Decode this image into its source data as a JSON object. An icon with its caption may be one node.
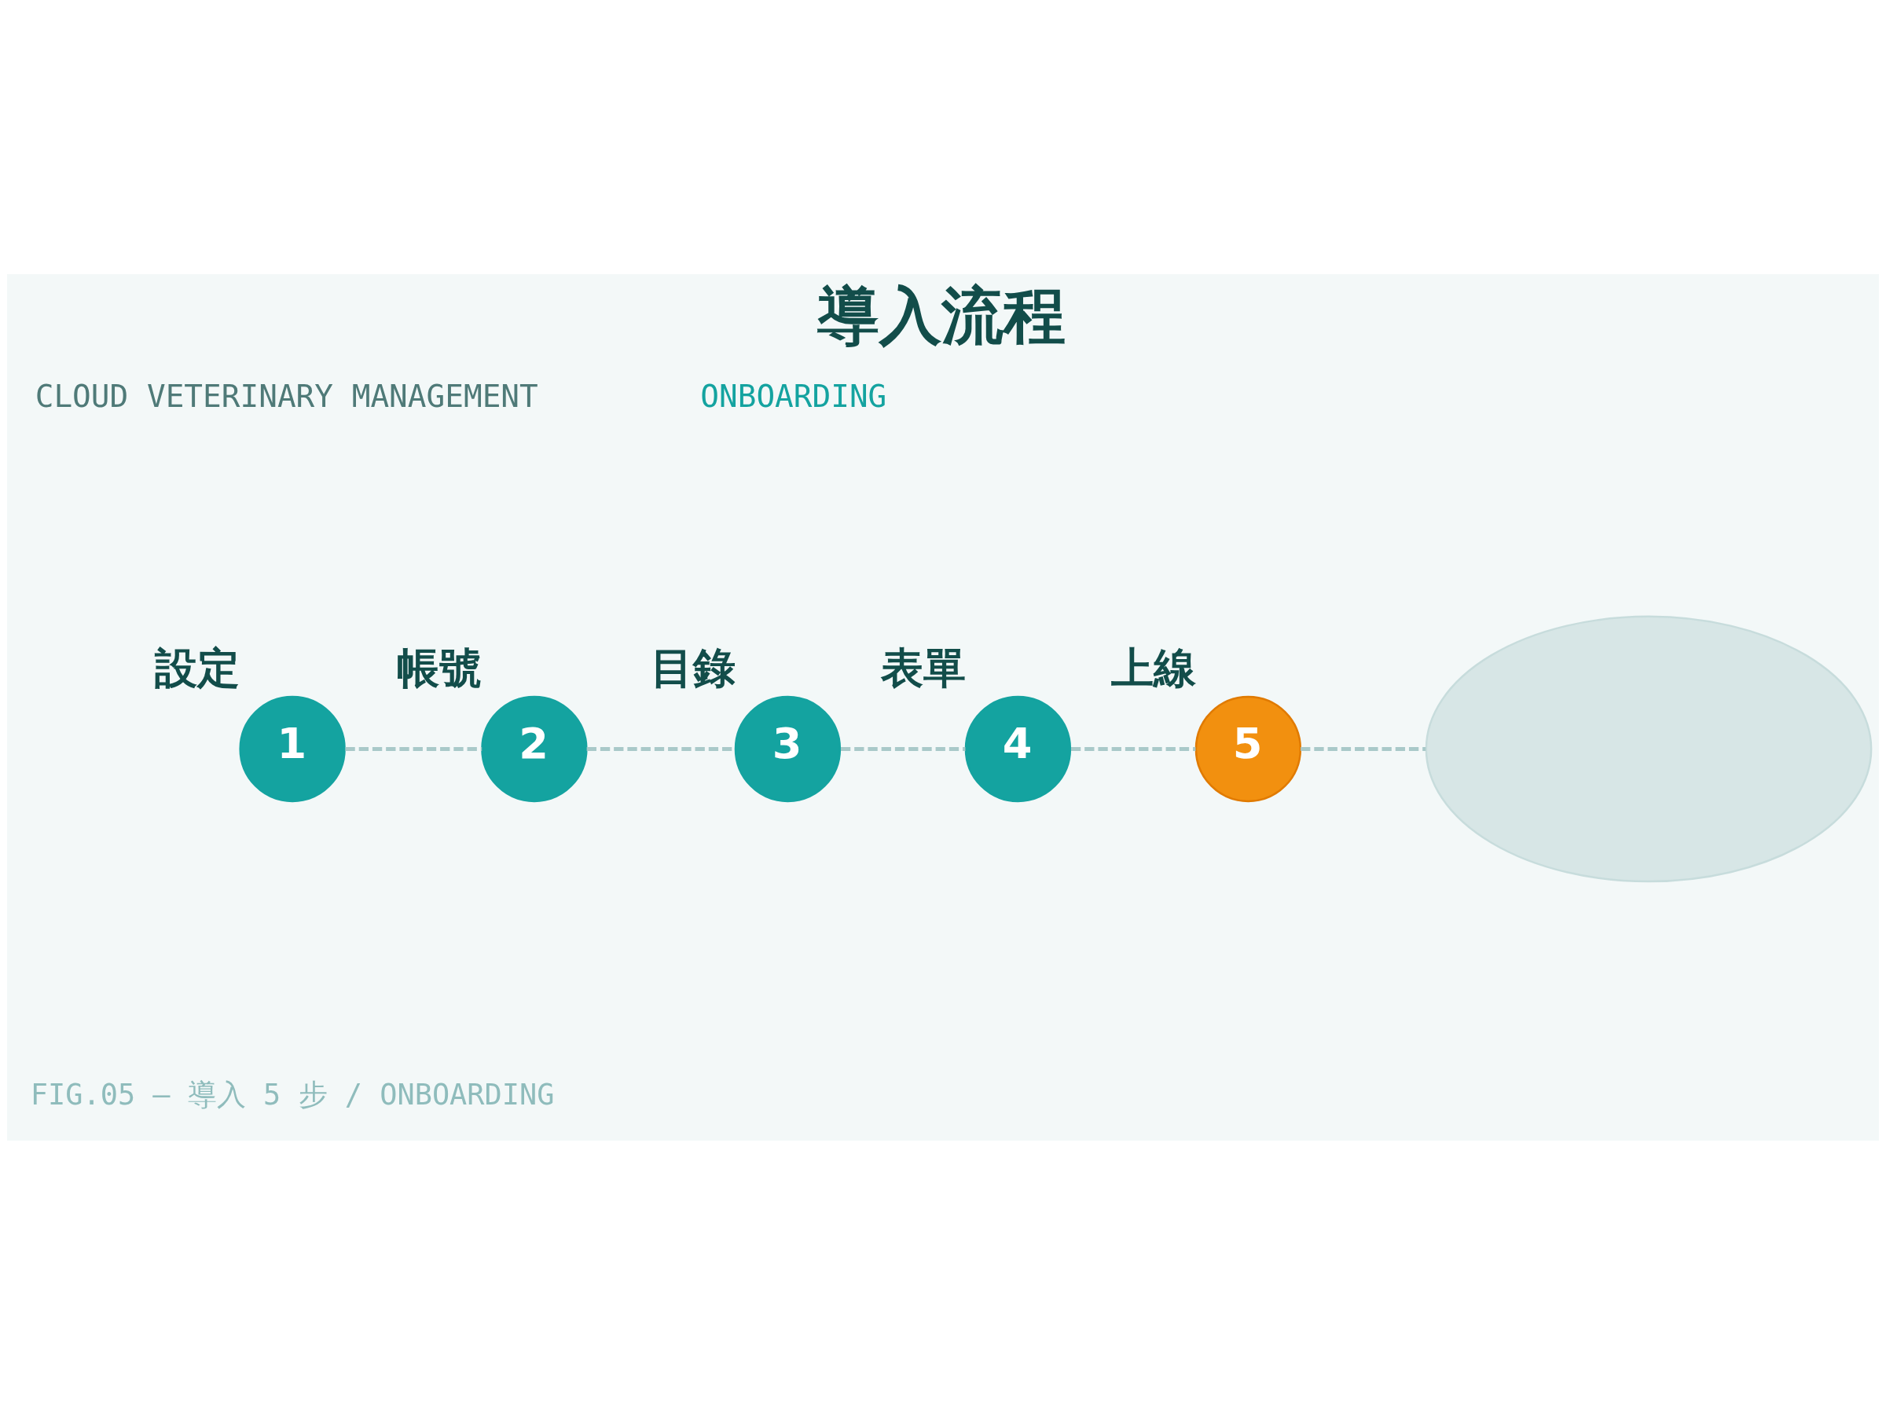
{
  "diagram": {
    "title": "導入流程",
    "caption": "FIG.05 — 導入 5 步 / ONBOARDING",
    "nodes": [
      {
        "text": [
          "1"
        ],
        "beside": [
          "設定"
        ]
      },
      {
        "text": [
          "2"
        ],
        "beside": [
          "帳號"
        ]
      },
      {
        "text": [
          "3"
        ],
        "beside": [
          "目錄"
        ]
      },
      {
        "text": [
          "4"
        ],
        "beside": [
          "表單"
        ]
      },
      {
        "text": [
          "5"
        ],
        "beside": [
          "上線"
        ]
      },
      {
        "text": [],
        "shape": "cloud"
      }
    ],
    "edges": [
      {
        "from": 0,
        "to": 1,
        "arrow": "none",
        "style": "dashed"
      },
      {
        "from": 1,
        "to": 2,
        "arrow": "none",
        "style": "dashed"
      },
      {
        "from": 2,
        "to": 3,
        "arrow": "none",
        "style": "dashed"
      },
      {
        "from": 3,
        "to": 4,
        "arrow": "none",
        "style": "dashed"
      },
      {
        "from": 4,
        "to": 5,
        "arrow": "none",
        "style": "dashed"
      }
    ],
    "labels": [
      "CLOUD VETERINARY MANAGEMENT",
      "ONBOARDING"
    ]
  }
}
